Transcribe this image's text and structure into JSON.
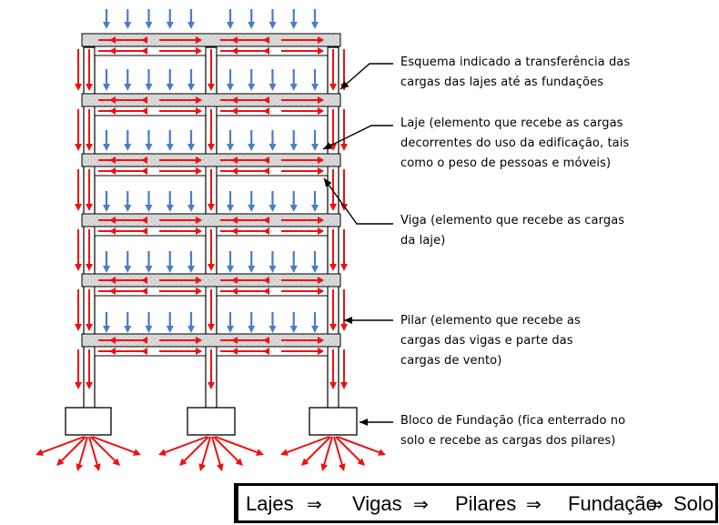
{
  "annotations": {
    "esquema": [
      "Esquema indicado a transferência das",
      "cargas das lajes até as fundações"
    ],
    "laje": [
      "Laje (elemento que recebe as cargas",
      "decorrentes do uso da edificação, tais",
      "como o peso de pessoas e móveis)"
    ],
    "viga": [
      "Viga (elemento que recebe as cargas",
      "da laje)"
    ],
    "pilar": [
      "Pilar (elemento que recebe as",
      "cargas das vigas e parte das",
      "cargas de vento)"
    ],
    "bloco": [
      "Bloco de Fundação (fica enterrado no",
      "solo e recebe as cargas dos pilares)"
    ]
  },
  "flow": {
    "items": [
      "Lajes",
      "Vigas",
      "Pilares",
      "Fundação",
      "Solo"
    ],
    "arrow": "⇒"
  },
  "colors": {
    "load_arrow": "#4a7cc9",
    "transfer_arrow": "#ee1111",
    "slab_fill": "#d8d8d8",
    "outline": "#000000"
  }
}
